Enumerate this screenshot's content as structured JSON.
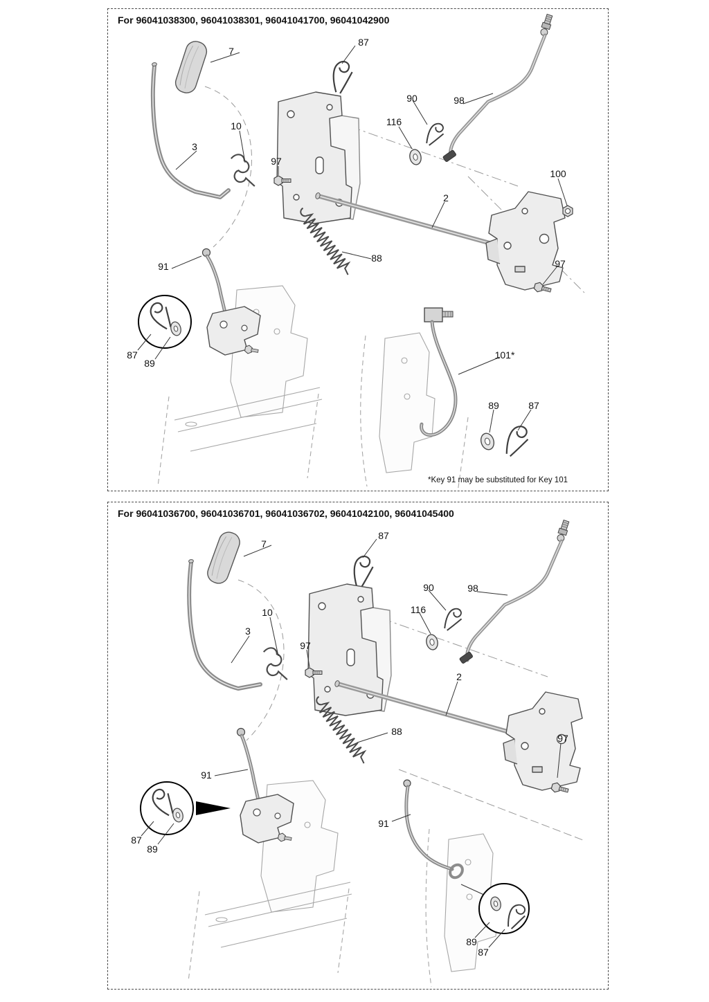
{
  "panels": [
    {
      "title": "For 96041038300, 96041038301, 96041041700, 96041042900",
      "footnote": "*Key 91 may be substituted for Key 101",
      "callouts": [
        {
          "label": "7"
        },
        {
          "label": "87"
        },
        {
          "label": "90"
        },
        {
          "label": "98"
        },
        {
          "label": "116"
        },
        {
          "label": "10"
        },
        {
          "label": "3"
        },
        {
          "label": "97"
        },
        {
          "label": "2"
        },
        {
          "label": "100"
        },
        {
          "label": "91"
        },
        {
          "label": "88"
        },
        {
          "label": "97"
        },
        {
          "label": "87"
        },
        {
          "label": "89"
        },
        {
          "label": "101*"
        },
        {
          "label": "89"
        },
        {
          "label": "87"
        }
      ]
    },
    {
      "title": "For 96041036700, 96041036701, 96041036702, 96041042100, 96041045400",
      "footnote": "",
      "callouts": [
        {
          "label": "7"
        },
        {
          "label": "87"
        },
        {
          "label": "90"
        },
        {
          "label": "98"
        },
        {
          "label": "116"
        },
        {
          "label": "10"
        },
        {
          "label": "3"
        },
        {
          "label": "97"
        },
        {
          "label": "2"
        },
        {
          "label": "91"
        },
        {
          "label": "88"
        },
        {
          "label": "97"
        },
        {
          "label": "87"
        },
        {
          "label": "89"
        },
        {
          "label": "91"
        },
        {
          "label": "89"
        },
        {
          "label": "87"
        }
      ]
    }
  ]
}
